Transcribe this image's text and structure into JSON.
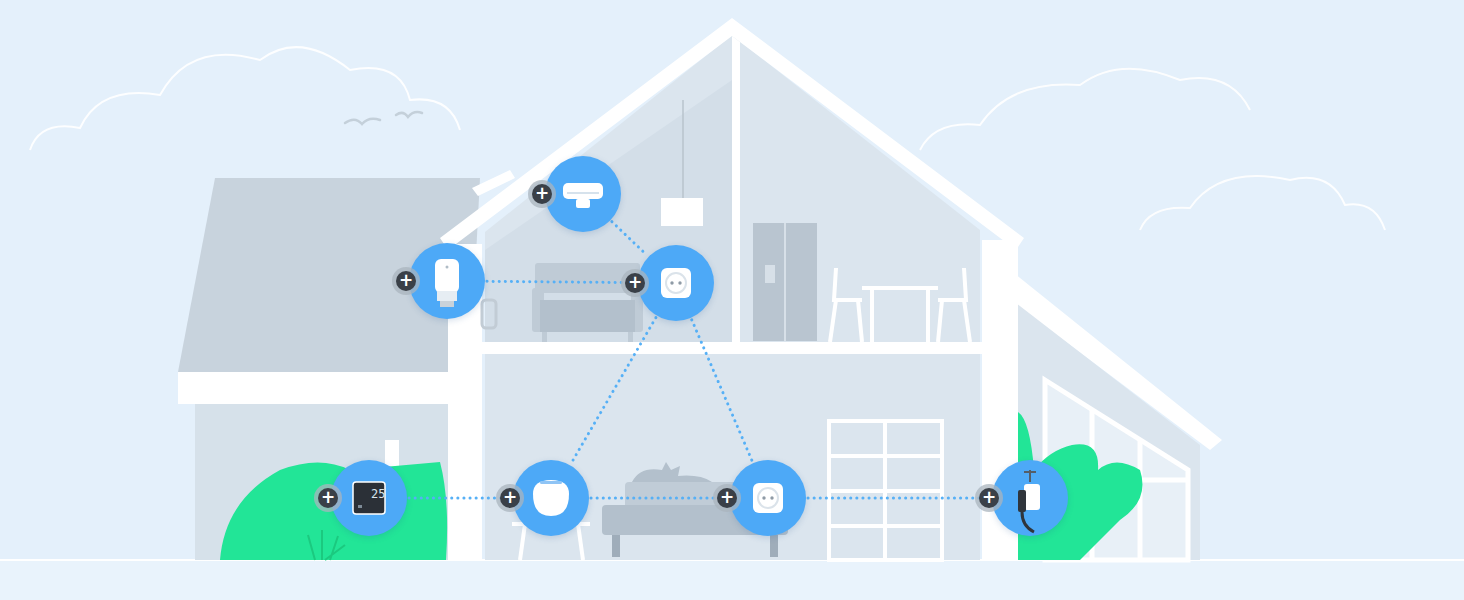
{
  "diagram": {
    "nodes": [
      {
        "text": [
          "+"
        ]
      },
      {
        "text": [
          "+"
        ]
      },
      {
        "text": [
          "+"
        ]
      },
      {
        "text": [
          "+",
          "25"
        ]
      },
      {
        "text": [
          "+"
        ]
      },
      {
        "text": [
          "+"
        ]
      },
      {
        "text": [
          "+"
        ]
      }
    ],
    "edges": [
      {
        "from": 0,
        "to": 2,
        "arrow": "none"
      },
      {
        "from": 1,
        "to": 2,
        "arrow": "none"
      },
      {
        "from": 2,
        "to": 4,
        "arrow": "none"
      },
      {
        "from": 2,
        "to": 5,
        "arrow": "none"
      },
      {
        "from": 3,
        "to": 4,
        "arrow": "none"
      },
      {
        "from": 4,
        "to": 5,
        "arrow": "none"
      },
      {
        "from": 5,
        "to": 6,
        "arrow": "none"
      }
    ]
  }
}
